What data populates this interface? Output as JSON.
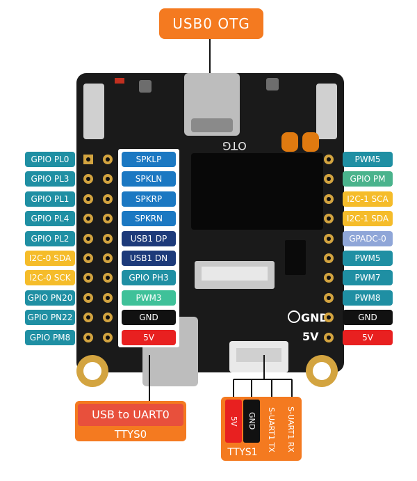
{
  "top_label": "USB0 OTG",
  "silk": {
    "otg": "OTG",
    "gnd": "GND",
    "five_v": "5V"
  },
  "left_pins": [
    "GPIO PL0",
    "GPIO PL3",
    "GPIO PL1",
    "GPIO PL4",
    "GPIO PL2",
    "I2C-0 SDA",
    "I2C-0 SCK",
    "GPIO PN20",
    "GPIO PN22",
    "GPIO PM8"
  ],
  "middle_pins": [
    "SPKLP",
    "SPKLN",
    "SPKRP",
    "SPKRN",
    "USB1 DP",
    "USB1 DN",
    "GPIO PH3",
    "PWM3",
    "GND",
    "5V"
  ],
  "right_pins": [
    "PWM5",
    "GPIO PM",
    "I2C-1 SCA",
    "I2C-1 SDA",
    "GPADC-0",
    "PWM5",
    "PWM7",
    "PWM8",
    "GND",
    "5V"
  ],
  "uart0": {
    "title": "USB to UART0",
    "sub": "TTYS0"
  },
  "uart1": {
    "pins": [
      "5V",
      "GND",
      "S-UART1 TX",
      "S-UART1 RX"
    ],
    "sub": "TTYS1"
  },
  "colors": {
    "teal": "#1f8fa3",
    "navy": "#1d3a7a",
    "blue": "#1b78c2",
    "mint": "#3fc199",
    "yellow": "#f5bc2a",
    "black": "#111111",
    "red": "#e82020",
    "lavender": "#8fa6d8",
    "orange": "#f47a20",
    "board": "#1a1a1a",
    "gold": "#d3a440"
  }
}
